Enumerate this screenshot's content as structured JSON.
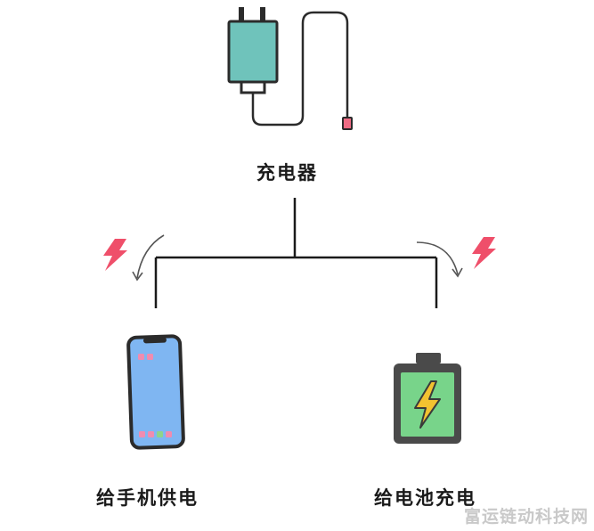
{
  "labels": {
    "charger": "充电器",
    "phone": "给手机供电",
    "battery": "给电池充电"
  },
  "watermark": "富运链动科技网",
  "colors": {
    "charger_body": "#6fc3bb",
    "outline": "#2b2b2b",
    "cable_tip": "#ef6b84",
    "bolt_pink": "#ef4f6a",
    "phone_screen": "#7fb6f2",
    "battery_body": "#78d48a",
    "battery_bolt": "#f2c230"
  },
  "icons": [
    "charger-icon",
    "phone-icon",
    "battery-icon",
    "lightning-icon",
    "curved-arrow-icon"
  ]
}
